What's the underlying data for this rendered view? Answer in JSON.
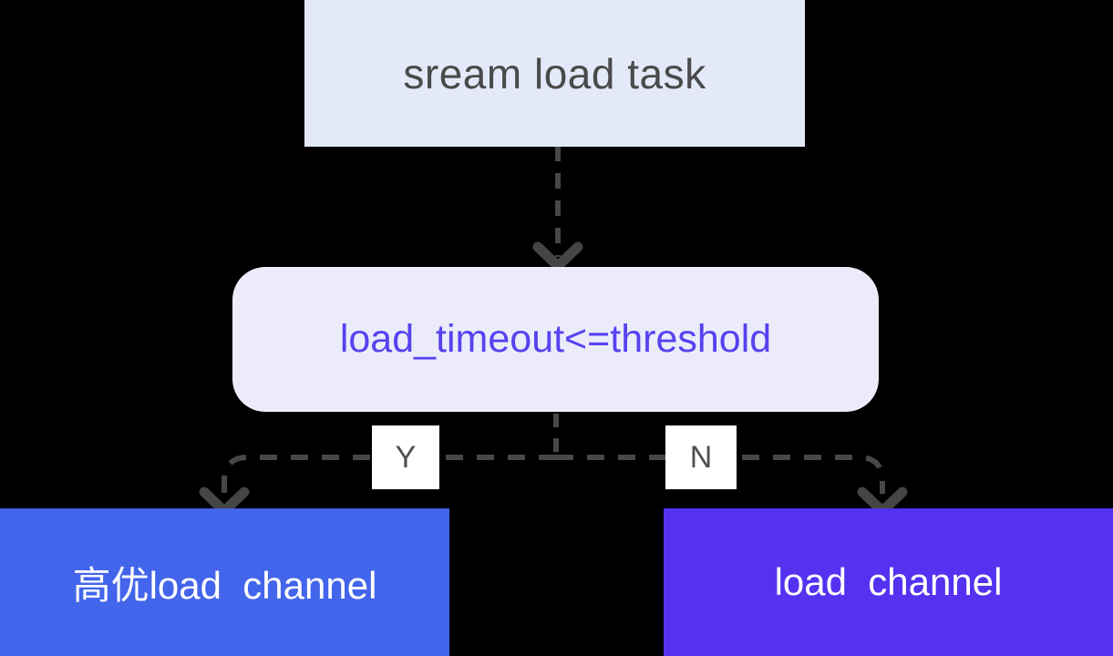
{
  "diagram": {
    "type": "flowchart",
    "nodes": {
      "task": {
        "label": "sream load task"
      },
      "decision": {
        "label": "load_timeout<=threshold"
      },
      "high_priority_channel": {
        "label": "高优load  channel"
      },
      "channel": {
        "label": "load  channel"
      }
    },
    "branches": {
      "yes": {
        "label": "Y"
      },
      "no": {
        "label": "N"
      }
    },
    "edges": [
      {
        "from": "task",
        "to": "decision",
        "style": "dashed-arrow"
      },
      {
        "from": "decision",
        "to": "high_priority_channel",
        "label": "Y",
        "style": "dashed-arrow"
      },
      {
        "from": "decision",
        "to": "channel",
        "label": "N",
        "style": "dashed-arrow"
      }
    ],
    "colors": {
      "canvas_bg": "#000000",
      "task_bg": "#E4E9FA",
      "task_text": "#4A4A4A",
      "decision_bg": "#ECEBFA",
      "decision_text": "#5742F0",
      "high_priority_channel_bg": "#4365EB",
      "channel_bg": "#5432F0",
      "channel_text": "#FFFFFF",
      "branch_label_bg": "#FFFFFF",
      "branch_label_text": "#4F4F4F",
      "connector": "#474747"
    }
  }
}
